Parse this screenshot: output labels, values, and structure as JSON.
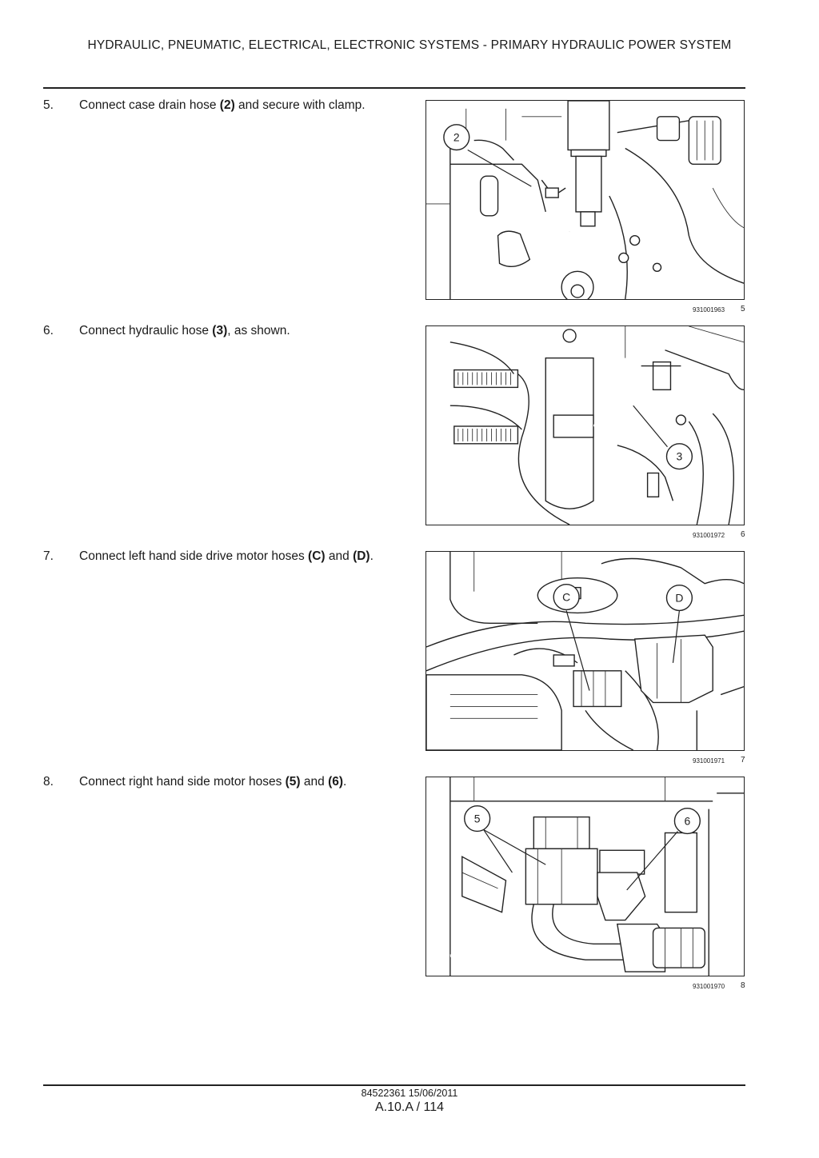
{
  "header": {
    "title": "HYDRAULIC, PNEUMATIC, ELECTRICAL, ELECTRONIC SYSTEMS - PRIMARY HYDRAULIC POWER SYSTEM"
  },
  "steps": [
    {
      "number": "5.",
      "text_before": "Connect case drain hose ",
      "bold1": "(2)",
      "text_mid": " and secure with clamp.",
      "bold2": "",
      "text_after": "",
      "figure": {
        "code": "931001963",
        "number": "5",
        "callouts": [
          "2"
        ]
      }
    },
    {
      "number": "6.",
      "text_before": "Connect hydraulic hose ",
      "bold1": "(3)",
      "text_mid": ", as shown.",
      "bold2": "",
      "text_after": "",
      "figure": {
        "code": "931001972",
        "number": "6",
        "callouts": [
          "3"
        ]
      }
    },
    {
      "number": "7.",
      "text_before": "Connect left hand side drive motor hoses ",
      "bold1": "(C)",
      "text_mid": " and ",
      "bold2": "(D)",
      "text_after": ".",
      "figure": {
        "code": "931001971",
        "number": "7",
        "callouts": [
          "C",
          "D"
        ]
      }
    },
    {
      "number": "8.",
      "text_before": "Connect right hand side motor hoses ",
      "bold1": "(5)",
      "text_mid": " and ",
      "bold2": "(6)",
      "text_after": ".",
      "figure": {
        "code": "931001970",
        "number": "8",
        "callouts": [
          "5",
          "6"
        ]
      }
    }
  ],
  "footer": {
    "doc_info": "84522361 15/06/2011",
    "page": "A.10.A / 114"
  }
}
